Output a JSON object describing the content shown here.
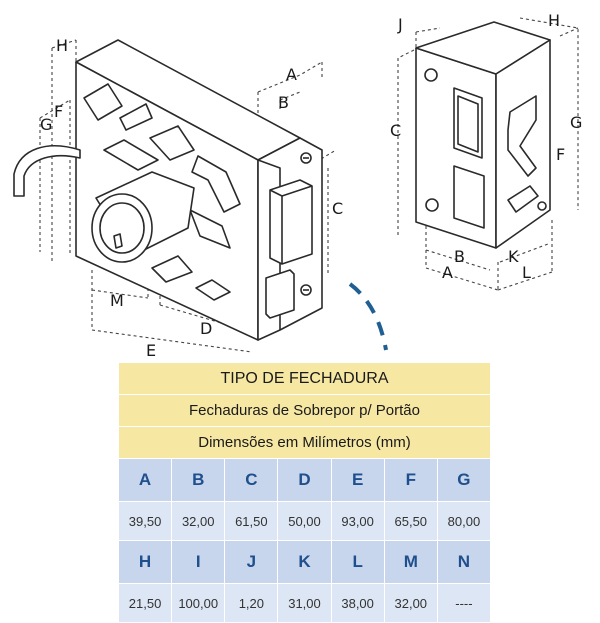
{
  "diagram": {
    "lock_labels": [
      "A",
      "B",
      "C",
      "D",
      "E",
      "F",
      "G",
      "H",
      "M"
    ],
    "strike_labels": [
      "A",
      "B",
      "C",
      "F",
      "G",
      "H",
      "J",
      "K",
      "L"
    ]
  },
  "table": {
    "title": "TIPO DE FECHADURA",
    "subtitle": "Fechaduras de Sobrepor p/ Portão",
    "units": "Dimensões em Milímetros (mm)",
    "row1": {
      "letters": [
        "A",
        "B",
        "C",
        "D",
        "E",
        "F",
        "G"
      ],
      "values": [
        "39,50",
        "32,00",
        "61,50",
        "50,00",
        "93,00",
        "65,50",
        "80,00"
      ]
    },
    "row2": {
      "letters": [
        "H",
        "I",
        "J",
        "K",
        "L",
        "M",
        "N"
      ],
      "values": [
        "21,50",
        "100,00",
        "1,20",
        "31,00",
        "38,00",
        "32,00",
        "----"
      ]
    }
  },
  "colors": {
    "header_bg": "#f6e7a3",
    "letter_bg": "#c7d6ec",
    "value_bg": "#dde6f4",
    "accent_blue": "#1f5f94"
  }
}
